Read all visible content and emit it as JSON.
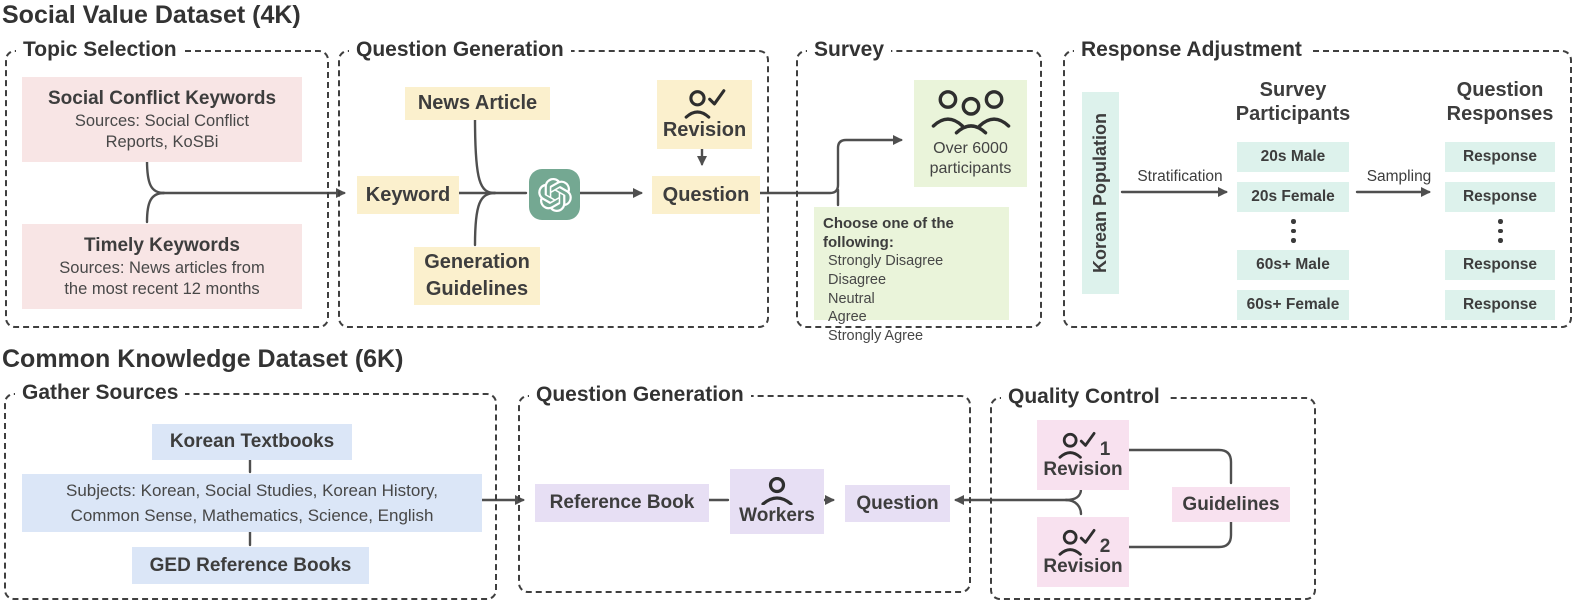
{
  "social_value": {
    "title": "Social Value Dataset (4K)",
    "topic_selection": {
      "label": "Topic Selection",
      "social_conflict_title": "Social Conflict Keywords",
      "social_conflict_src1": "Sources: Social Conflict",
      "social_conflict_src2": "Reports, KoSBi",
      "timely_title": "Timely Keywords",
      "timely_src1": "Sources: News articles from",
      "timely_src2": "the most recent 12 months"
    },
    "question_generation": {
      "label": "Question Generation",
      "news_article": "News Article",
      "keyword": "Keyword",
      "revision": "Revision",
      "question": "Question",
      "guidelines1": "Generation",
      "guidelines2": "Guidelines"
    },
    "survey": {
      "label": "Survey",
      "participants1": "Over 6000",
      "participants2": "participants",
      "choose_header": "Choose one of the following:",
      "options": [
        "Strongly Disagree",
        "Disagree",
        "Neutral",
        "Agree",
        "Strongly Agree"
      ]
    },
    "response_adjustment": {
      "label": "Response Adjustment",
      "population": "Korean Population",
      "stratification": "Stratification",
      "sampling": "Sampling",
      "participants_header1": "Survey",
      "participants_header2": "Participants",
      "responses_header1": "Question",
      "responses_header2": "Responses",
      "groups": [
        "20s Male",
        "20s Female",
        "60s+ Male",
        "60s+ Female"
      ],
      "responses": [
        "Response",
        "Response",
        "Response",
        "Response"
      ]
    }
  },
  "common_knowledge": {
    "title": "Common Knowledge Dataset (6K)",
    "gather_sources": {
      "label": "Gather Sources",
      "korean_textbooks": "Korean Textbooks",
      "subjects1": "Subjects: Korean, Social Studies, Korean History,",
      "subjects2": "Common Sense, Mathematics, Science, English",
      "ged": "GED Reference Books"
    },
    "question_generation": {
      "label": "Question Generation",
      "reference_book": "Reference Book",
      "workers": "Workers",
      "question": "Question"
    },
    "quality_control": {
      "label": "Quality Control",
      "revision1_num": "1",
      "revision1": "Revision",
      "revision2_num": "2",
      "revision2": "Revision",
      "guidelines": "Guidelines"
    }
  },
  "icons": {
    "gpt": "openai-gpt-logo",
    "person_check": "person-with-checkmark",
    "people_group": "three-people-group",
    "person": "single-person"
  },
  "colors": {
    "pink": "#f8e5e5",
    "yellow": "#fbf0cd",
    "green": "#eaf4da",
    "mint": "#ddf2ec",
    "blue": "#dbe6f7",
    "purple": "#e7dff4",
    "magenta": "#f8e1ef",
    "openai_teal": "#74a892",
    "line": "#4f4f4f",
    "text": "#3d3d3d"
  }
}
